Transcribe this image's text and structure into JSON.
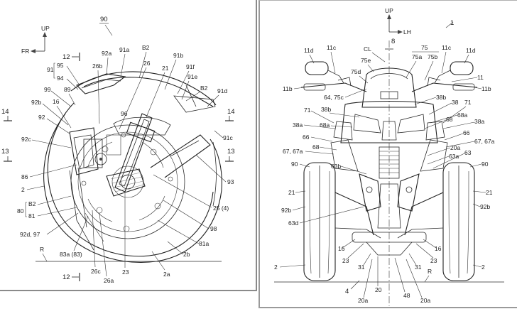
{
  "left_figure": {
    "figure_number": "90",
    "direction_up": "UP",
    "direction_fr": "FR",
    "labels": {
      "l_12": "12",
      "l_92a": "92a",
      "l_91a": "91a",
      "l_b2_top": "B2",
      "l_95": "95",
      "l_94": "94",
      "l_91": "91",
      "l_26b": "26b",
      "l_26": "26",
      "l_21": "21",
      "l_91b": "91b",
      "l_91f": "91f",
      "l_91e": "91e",
      "l_b2_right": "B2",
      "l_99": "99",
      "l_89": "89",
      "l_91d": "91d",
      "l_92b": "92b",
      "l_16": "16",
      "l_96": "96",
      "l_14_left": "14",
      "l_14_right": "14",
      "l_92": "92",
      "l_92c": "92c",
      "l_91c": "91c",
      "l_13_left": "13",
      "l_13_right": "13",
      "l_86": "86",
      "l_93": "93",
      "l_2": "2",
      "l_80": "80",
      "l_b2_80": "B2",
      "l_81": "81",
      "l_25_4": "25 (4)",
      "l_98": "98",
      "l_92d_97": "92d, 97",
      "l_81a": "81a",
      "l_R": "R",
      "l_83a_83": "83a (83)",
      "l_2b": "2b",
      "l_26c": "26c",
      "l_23": "23",
      "l_2a": "2a",
      "l_26a": "26a",
      "l_12_bottom": "12"
    }
  },
  "right_figure": {
    "figure_number": "1",
    "direction_up": "UP",
    "direction_lh": "LH",
    "labels": {
      "l_CL": "CL",
      "l_8": "8",
      "l_11d_left": "11d",
      "l_11c_left": "11c",
      "l_75": "75",
      "l_75a": "75a",
      "l_75b": "75b",
      "l_11c_right": "11c",
      "l_11d_right": "11d",
      "l_75e": "75e",
      "l_75d": "75d",
      "l_11": "11",
      "l_11b_left": "11b",
      "l_64_75c": "64, 75c",
      "l_11b_right": "11b",
      "l_38b_right": "38b",
      "l_71_left": "71",
      "l_38b_left": "38b",
      "l_38_right": "38",
      "l_71_right": "71",
      "l_68a_right": "68a",
      "l_38a_left": "38a",
      "l_68a_left": "68a",
      "l_68": "68",
      "l_38a_right": "38a",
      "l_66_left": "66",
      "l_66_right": "66",
      "l_67_67a_right": "67, 67a",
      "l_68_left": "68",
      "l_20a_right": "20a",
      "l_67_67a_left": "67, 67a",
      "l_63a": "63a",
      "l_63": "63",
      "l_90_left": "90",
      "l_63b": "63b",
      "l_90_right": "90",
      "l_21_left": "21",
      "l_21_right": "21",
      "l_92b_left": "92b",
      "l_92b_right": "92b",
      "l_63d": "63d",
      "l_16_left": "16",
      "l_16_right": "16",
      "l_23_left": "23",
      "l_23_right": "23",
      "l_2_left": "2",
      "l_2_right": "2",
      "l_R": "R",
      "l_31_left": "31",
      "l_31_right": "31",
      "l_4": "4",
      "l_20": "20",
      "l_48": "48",
      "l_20a_left": "20a",
      "l_20a_bottom": "20a"
    }
  }
}
